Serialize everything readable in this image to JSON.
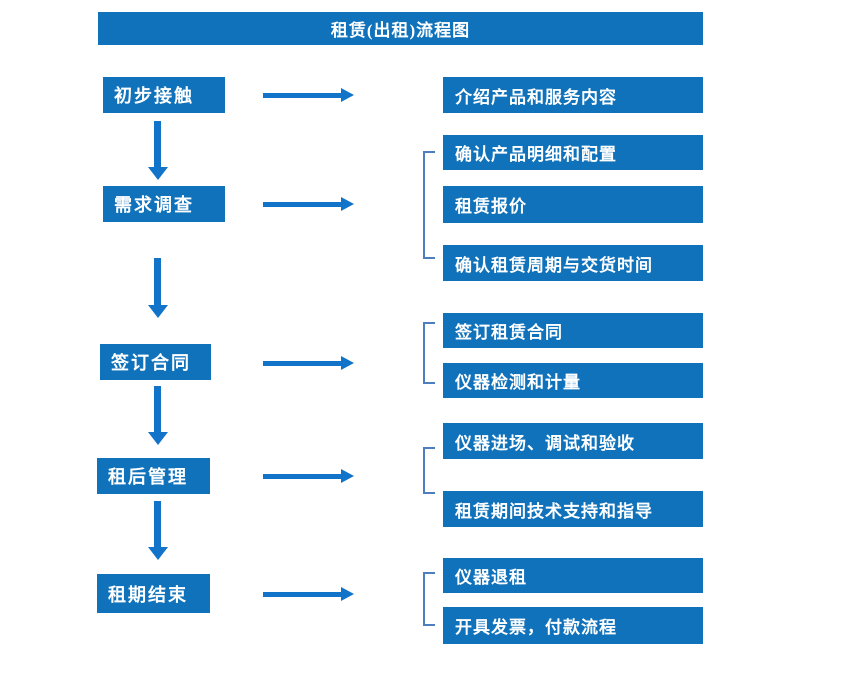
{
  "title": "租赁(出租)流程图",
  "colors": {
    "box_blue": "#1072bb",
    "arrow_blue": "#1274c9",
    "bracket_blue": "#4d7ebf",
    "text_white": "#ffffff",
    "background": "#ffffff"
  },
  "flow": {
    "steps": [
      {
        "label": "初步接触"
      },
      {
        "label": "需求调查"
      },
      {
        "label": "签订合同"
      },
      {
        "label": "租后管理"
      },
      {
        "label": "租期结束"
      }
    ],
    "details": [
      {
        "label": "介绍产品和服务内容"
      },
      {
        "label": "确认产品明细和配置"
      },
      {
        "label": "租赁报价"
      },
      {
        "label": "确认租赁周期与交货时间"
      },
      {
        "label": "签订租赁合同"
      },
      {
        "label": "仪器检测和计量"
      },
      {
        "label": "仪器进场、调试和验收"
      },
      {
        "label": "租赁期间技术支持和指导"
      },
      {
        "label": "仪器退租"
      },
      {
        "label": "开具发票，付款流程"
      }
    ]
  }
}
